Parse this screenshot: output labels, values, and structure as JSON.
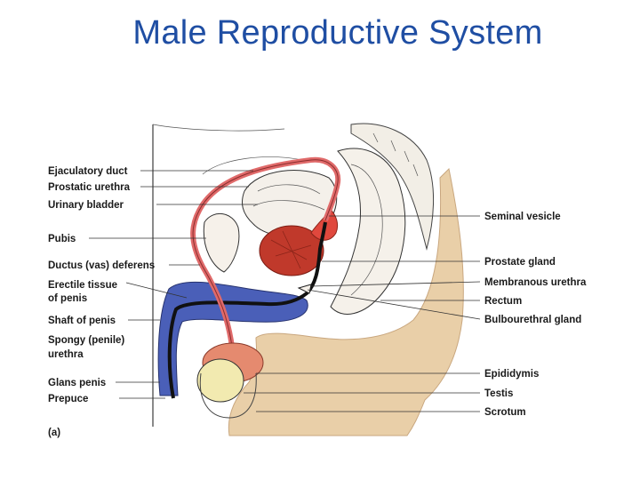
{
  "title": "Male Reproductive System",
  "panel_label": "(a)",
  "labels_left": [
    "Ejaculatory duct",
    "Prostatic urethra",
    "Urinary bladder",
    "Pubis",
    "Ductus (vas) deferens",
    "Erectile tissue",
    "of penis",
    "Shaft of penis",
    "Spongy (penile)",
    "urethra",
    "Glans penis",
    "Prepuce"
  ],
  "labels_right": [
    "Seminal vesicle",
    "Prostate gland",
    "Membranous urethra",
    "Rectum",
    "Bulbourethral gland",
    "Epididymis",
    "Testis",
    "Scrotum"
  ],
  "colors": {
    "title": "#1f4ea3",
    "skin": "#e9cfa8",
    "erectile_tissue": "#4a5fb8",
    "duct": "#e06a6a",
    "prostate": "#c0392b",
    "testis": "#f2eab0"
  }
}
